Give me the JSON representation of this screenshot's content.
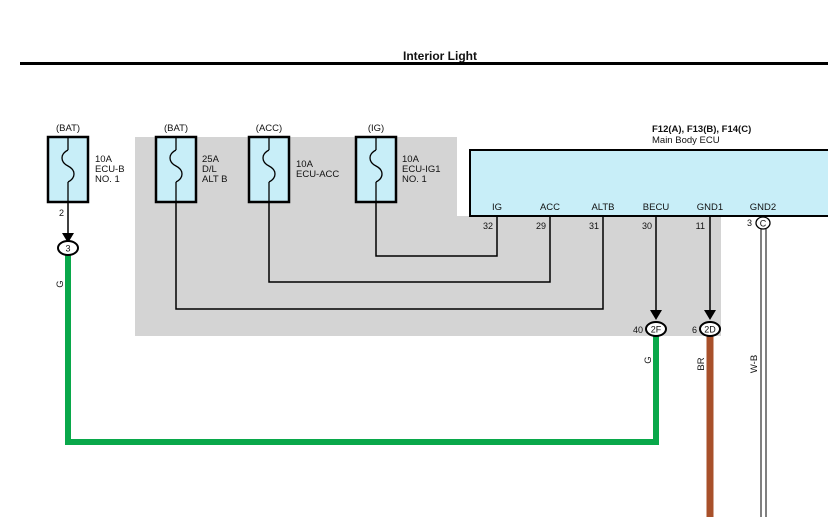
{
  "title": "Interior Light",
  "ecu": {
    "code": "F12(A), F13(B), F14(C)",
    "name": "Main Body ECU",
    "terminals": [
      {
        "name": "IG",
        "pin": "32"
      },
      {
        "name": "ACC",
        "pin": "29"
      },
      {
        "name": "ALTB",
        "pin": "31"
      },
      {
        "name": "BECU",
        "pin": "30"
      },
      {
        "name": "GND1",
        "pin": "11"
      },
      {
        "name": "GND2",
        "pin": "3"
      }
    ],
    "gnd2_connector": "C"
  },
  "fuses": [
    {
      "source": "(BAT)",
      "rating": "10A",
      "line1": "ECU-B",
      "line2": "NO. 1",
      "pin": "2"
    },
    {
      "source": "(BAT)",
      "rating": "25A",
      "line1": "D/L",
      "line2": "ALT B",
      "pin": ""
    },
    {
      "source": "(ACC)",
      "rating": "10A",
      "line1": "ECU-ACC",
      "line2": "",
      "pin": ""
    },
    {
      "source": "(IG)",
      "rating": "10A",
      "line1": "ECU-IG1",
      "line2": "NO. 1",
      "pin": ""
    }
  ],
  "connectors": [
    {
      "pin": "",
      "label": "3"
    },
    {
      "pin": "40",
      "label": "2F"
    },
    {
      "pin": "6",
      "label": "2D"
    }
  ],
  "wire_colors": [
    {
      "code": "G",
      "hex": "#09a84a"
    },
    {
      "code": "G",
      "hex": "#09a84a"
    },
    {
      "code": "BR",
      "hex": "#a8502a"
    },
    {
      "code": "W-B",
      "hex": "#ffffff"
    }
  ],
  "colors": {
    "ecu_fill": "#c8eef8",
    "junction_block_fill": "#d4d4d4",
    "wire_green": "#09a84a",
    "wire_brown": "#a8502a"
  }
}
